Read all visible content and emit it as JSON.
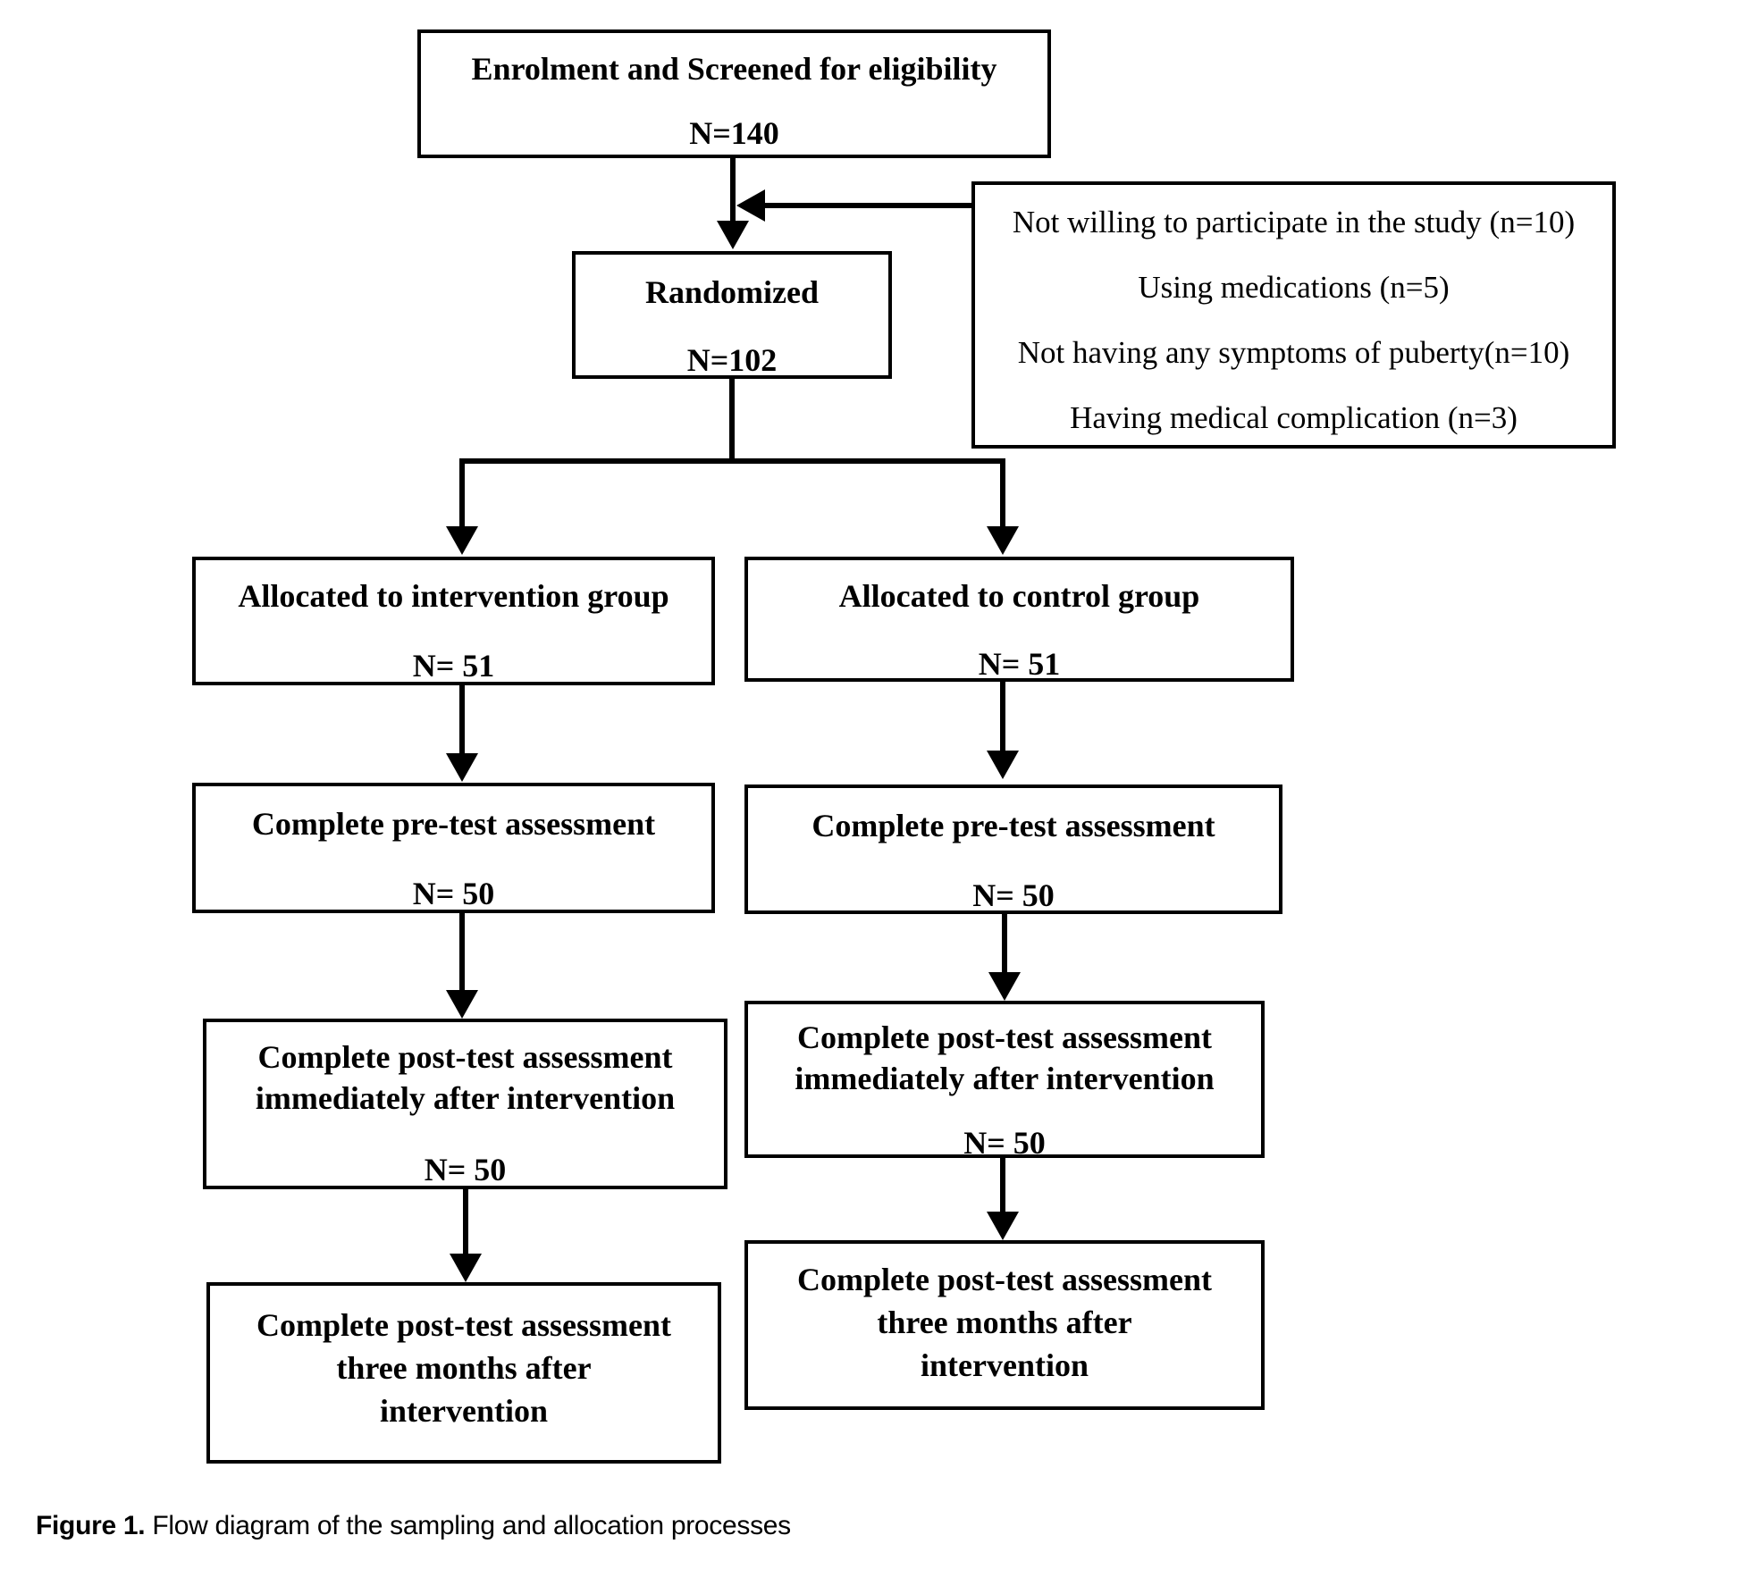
{
  "colors": {
    "ink": "#000000",
    "background": "#ffffff"
  },
  "caption": {
    "label": "Figure 1.",
    "text": " Flow diagram of the sampling and allocation processes"
  },
  "nodes": {
    "enrolment": {
      "title": "Enrolment and Screened for eligibility",
      "n": "N=140"
    },
    "exclusions": {
      "items": [
        "Not willing to participate in the study (n=10)",
        "Using medications (n=5)",
        "Not having any symptoms of puberty(n=10)",
        "Having medical complication (n=3)"
      ]
    },
    "randomized": {
      "title": "Randomized",
      "n": "N=102"
    },
    "allocation_intervention": {
      "title": "Allocated to intervention group",
      "n": "N= 51"
    },
    "allocation_control": {
      "title": "Allocated to control group",
      "n": "N= 51"
    },
    "pretest_intervention": {
      "title": "Complete pre-test assessment",
      "n": "N= 50"
    },
    "pretest_control": {
      "title": "Complete pre-test assessment",
      "n": "N= 50"
    },
    "posttest_immediate_intervention": {
      "line1": "Complete post-test assessment",
      "line2": "immediately after intervention",
      "n": "N= 50"
    },
    "posttest_immediate_control": {
      "line1": "Complete post-test assessment",
      "line2": "immediately after intervention",
      "n": "N= 50"
    },
    "posttest_3months_intervention": {
      "line1": "Complete post-test assessment",
      "line2": "three months after",
      "line3": "intervention"
    },
    "posttest_3months_control": {
      "line1": "Complete post-test assessment",
      "line2": "three months after",
      "line3": "intervention"
    }
  }
}
